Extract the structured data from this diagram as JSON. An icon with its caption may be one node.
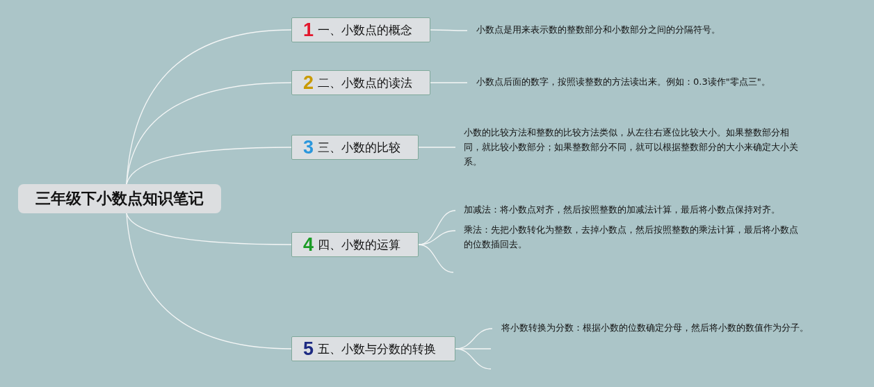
{
  "diagram": {
    "nodes": [
      {
        "text": [
          "三年级下小数点知识笔记"
        ]
      },
      {
        "text": [
          "1",
          "一、小数点的概念"
        ]
      },
      {
        "text": [
          "2",
          "二、小数点的读法"
        ]
      },
      {
        "text": [
          "3",
          "三、小数的比较"
        ]
      },
      {
        "text": [
          "4",
          "四、小数的运算"
        ]
      },
      {
        "text": [
          "5",
          "五、小数与分数的转换"
        ]
      },
      {
        "text": [
          "小数点是用来表示数的整数部分和小数部分之间的分隔符号。"
        ]
      },
      {
        "text": [
          "小数点后面的数字，按照读整数的方法读出来。例如：0.3读作\"零点三\"。"
        ]
      },
      {
        "text": [
          "小数的比较方法和整数的比较方法类似，从左往右逐位比较大小。如果整数部分相同，就比较小数部分；如果整数部分不同，就可以根据整数部分的大小来确定大小关系。"
        ]
      },
      {
        "text": [
          "加减法：将小数点对齐，然后按照整数的加减法计算，最后将小数点保持对齐。"
        ]
      },
      {
        "text": [
          "乘法：先把小数转化为整数，去掉小数点，然后按照整数的乘法计算，最后将小数点的位数插回去。"
        ]
      },
      {
        "text": [
          "将小数转换为分数：根据小数的位数确定分母，然后将小数的数值作为分子。"
        ]
      }
    ],
    "edges": [
      {
        "from": 0,
        "to": 1,
        "arrow": "none"
      },
      {
        "from": 0,
        "to": 2,
        "arrow": "none"
      },
      {
        "from": 0,
        "to": 3,
        "arrow": "none"
      },
      {
        "from": 0,
        "to": 4,
        "arrow": "none"
      },
      {
        "from": 0,
        "to": 5,
        "arrow": "none"
      },
      {
        "from": 1,
        "to": 6,
        "arrow": "none"
      },
      {
        "from": 2,
        "to": 7,
        "arrow": "none"
      },
      {
        "from": 3,
        "to": 8,
        "arrow": "none"
      },
      {
        "from": 4,
        "to": 9,
        "arrow": "none"
      },
      {
        "from": 4,
        "to": 10,
        "arrow": "none"
      },
      {
        "from": 4,
        "to": null,
        "arrow": "none"
      },
      {
        "from": 5,
        "to": 11,
        "arrow": "none"
      },
      {
        "from": 5,
        "to": null,
        "arrow": "none"
      },
      {
        "from": 5,
        "to": null,
        "arrow": "none"
      }
    ]
  }
}
